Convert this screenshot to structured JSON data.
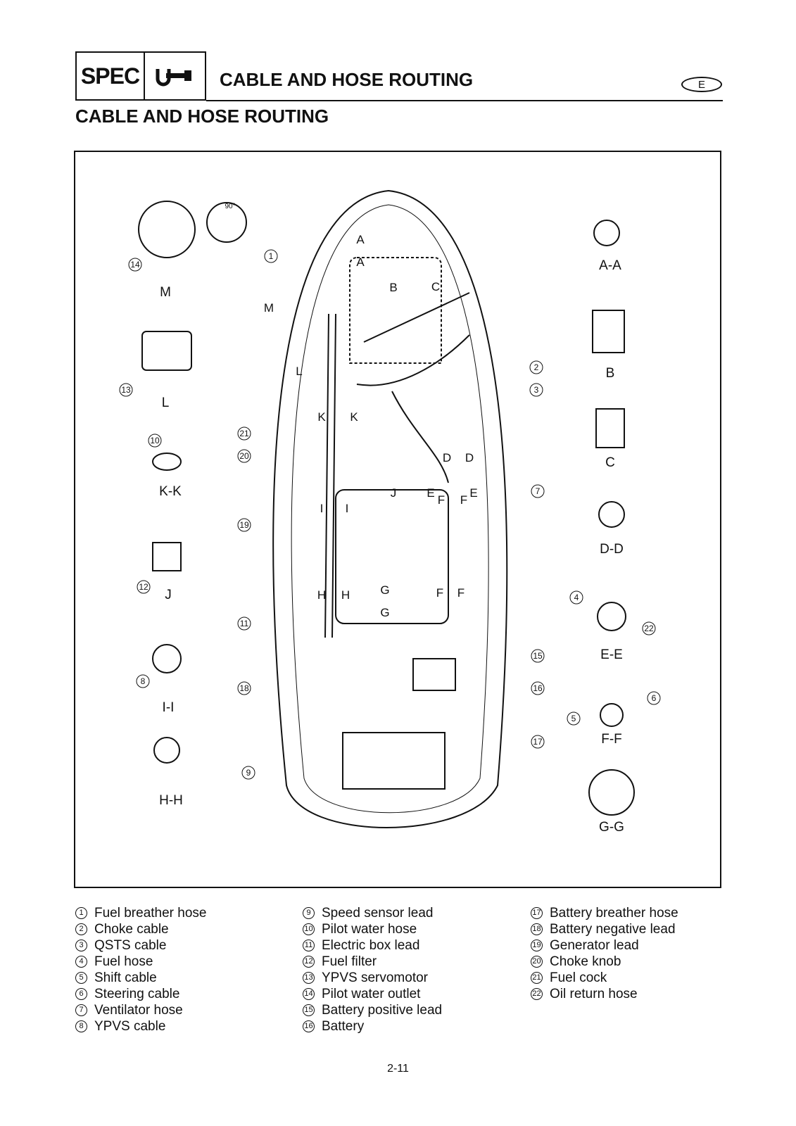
{
  "header": {
    "spec_label": "SPEC",
    "title": "CABLE AND HOSE ROUTING",
    "language_badge": "E"
  },
  "section_title": "CABLE AND HOSE ROUTING",
  "figure": {
    "section_labels": [
      "M",
      "L",
      "K-K",
      "J",
      "I-I",
      "H-H",
      "A-A",
      "B",
      "C",
      "D-D",
      "E-E",
      "F-F",
      "G-G"
    ],
    "section_markers": [
      "A",
      "A",
      "B",
      "C",
      "M",
      "L",
      "K",
      "K",
      "D",
      "D",
      "E",
      "E",
      "F",
      "F",
      "J",
      "I",
      "I",
      "H",
      "H",
      "G",
      "G",
      "F",
      "F"
    ],
    "callouts": [
      "1",
      "2",
      "3",
      "7",
      "19",
      "21",
      "20",
      "11",
      "18",
      "15",
      "16",
      "17",
      "9",
      "14",
      "13",
      "10",
      "12",
      "8",
      "4",
      "22",
      "5",
      "6"
    ],
    "angle_note": "90°"
  },
  "legend": {
    "col1": [
      {
        "num": "1",
        "label": "Fuel breather hose"
      },
      {
        "num": "2",
        "label": "Choke cable"
      },
      {
        "num": "3",
        "label": "QSTS cable"
      },
      {
        "num": "4",
        "label": "Fuel hose"
      },
      {
        "num": "5",
        "label": "Shift cable"
      },
      {
        "num": "6",
        "label": "Steering cable"
      },
      {
        "num": "7",
        "label": "Ventilator hose"
      },
      {
        "num": "8",
        "label": "YPVS cable"
      }
    ],
    "col2": [
      {
        "num": "9",
        "label": "Speed sensor lead"
      },
      {
        "num": "10",
        "label": "Pilot water hose"
      },
      {
        "num": "11",
        "label": "Electric box lead"
      },
      {
        "num": "12",
        "label": "Fuel filter"
      },
      {
        "num": "13",
        "label": "YPVS servomotor"
      },
      {
        "num": "14",
        "label": "Pilot water outlet"
      },
      {
        "num": "15",
        "label": "Battery positive lead"
      },
      {
        "num": "16",
        "label": "Battery"
      }
    ],
    "col3": [
      {
        "num": "17",
        "label": "Battery breather hose"
      },
      {
        "num": "18",
        "label": "Battery negative lead"
      },
      {
        "num": "19",
        "label": "Generator lead"
      },
      {
        "num": "20",
        "label": "Choke knob"
      },
      {
        "num": "21",
        "label": "Fuel cock"
      },
      {
        "num": "22",
        "label": "Oil return hose"
      }
    ]
  },
  "page_number": "2-11"
}
